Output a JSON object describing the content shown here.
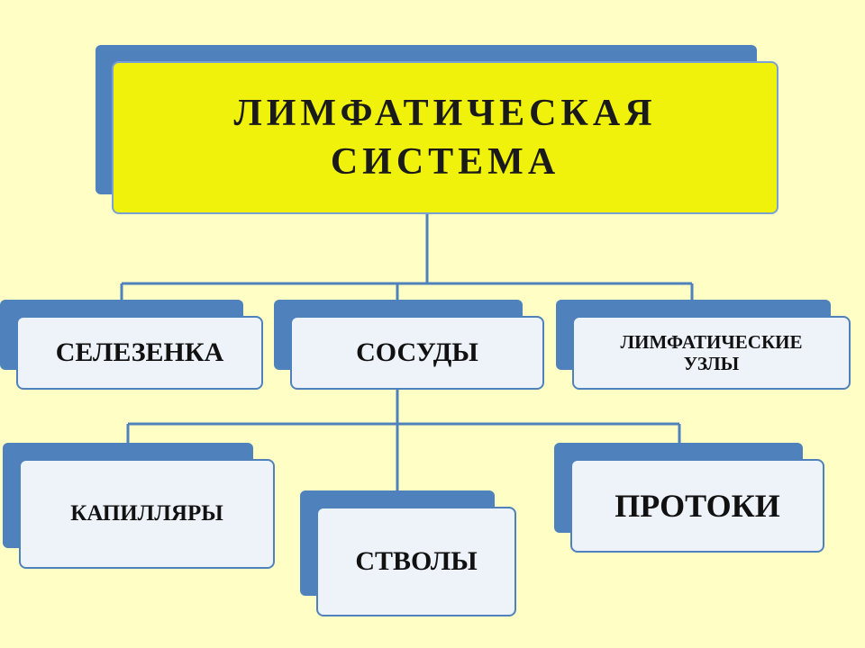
{
  "diagram": {
    "root": {
      "label": "ЛИМФАТИЧЕСКАЯ\nСИСТЕМА"
    },
    "level1": [
      {
        "id": "spleen",
        "label": "СЕЛЕЗЕНКА"
      },
      {
        "id": "vessels",
        "label": "СОСУДЫ"
      },
      {
        "id": "nodes",
        "label": "ЛИМФАТИЧЕСКИЕ\nУЗЛЫ"
      }
    ],
    "level2": [
      {
        "id": "capillaries",
        "label": "КАПИЛЛЯРЫ"
      },
      {
        "id": "trunks",
        "label": "СТВОЛЫ"
      },
      {
        "id": "ducts",
        "label": "ПРОТОКИ"
      }
    ]
  },
  "colors": {
    "background": "#ffffc5",
    "root_fill": "#f0f20b",
    "box_fill": "#eef2f9",
    "accent": "#4f81bd"
  }
}
